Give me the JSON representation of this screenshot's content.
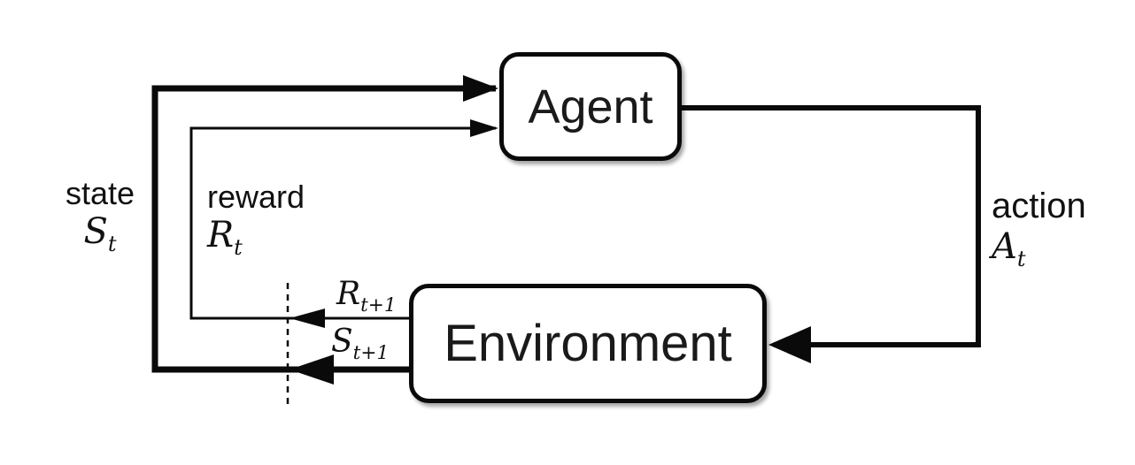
{
  "diagram": {
    "type": "agent-environment-loop",
    "colors": {
      "line": "#0a0a0a",
      "box_fill": "#ffffff",
      "background": "#ffffff",
      "text": "#111111"
    },
    "nodes": {
      "agent": {
        "label": "Agent"
      },
      "environment": {
        "label": "Environment"
      }
    },
    "labels": {
      "state": {
        "word": "state",
        "symbol": "S",
        "subscript": "t"
      },
      "reward": {
        "word": "reward",
        "symbol": "R",
        "subscript": "t"
      },
      "action": {
        "word": "action",
        "symbol": "A",
        "subscript": "t"
      },
      "next_reward": {
        "symbol": "R",
        "subscript": "t+1"
      },
      "next_state": {
        "symbol": "S",
        "subscript": "t+1"
      }
    },
    "edges": [
      {
        "name": "state-edge",
        "from": "environment",
        "to": "agent",
        "label": "state St / St+1",
        "style": "thick-solid-arrow"
      },
      {
        "name": "reward-edge",
        "from": "environment",
        "to": "agent",
        "label": "reward Rt / Rt+1",
        "style": "thin-solid-arrow"
      },
      {
        "name": "action-edge",
        "from": "agent",
        "to": "environment",
        "label": "action At",
        "style": "thick-solid-arrow"
      }
    ],
    "separator": {
      "name": "time-step-boundary",
      "style": "vertical-dashed-line"
    }
  }
}
